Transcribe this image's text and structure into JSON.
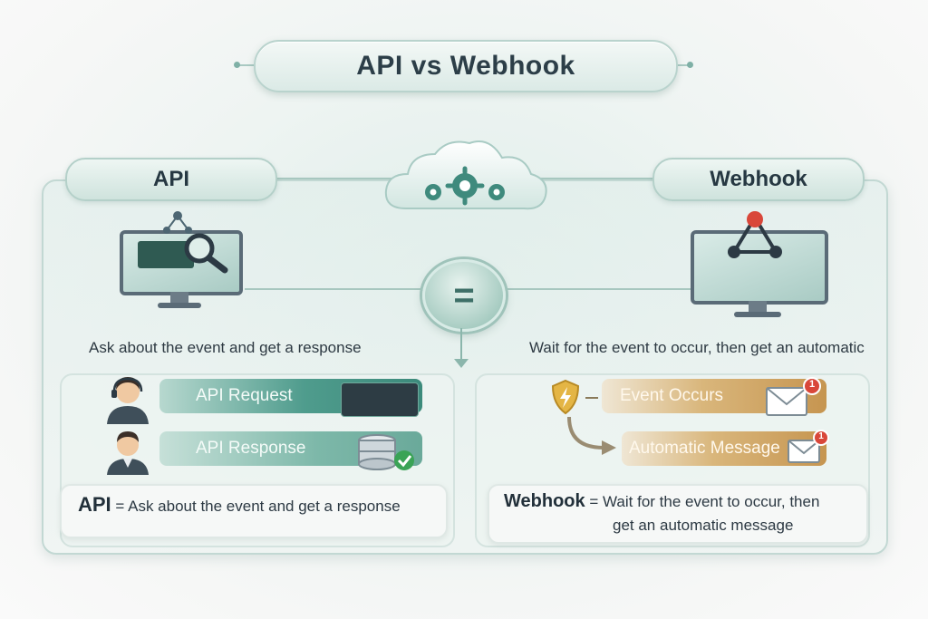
{
  "title": "API vs Webhook",
  "api": {
    "tab_label": "API",
    "caption": "Ask about the event and get a response",
    "request_label": "API Request",
    "response_label": "API Response",
    "summary_strong": "API",
    "summary_rest": " = Ask about the event and get a response"
  },
  "webhook": {
    "tab_label": "Webhook",
    "caption": "Wait for the event to occur, then get an automatic",
    "event_label": "Event Occurs",
    "message_label": "Automatic Message",
    "badge_count": "1",
    "summary_strong": "Webhook",
    "summary_line1": " = Wait for the event to occur, then",
    "summary_line2": "get an automatic message"
  },
  "center": {
    "equals_symbol": "="
  },
  "icons": [
    "cloud-gears-icon",
    "magnifier-icon",
    "network-node-icon",
    "webhook-icon",
    "operator-avatar-icon",
    "user-avatar-icon",
    "database-check-icon",
    "shield-lightning-icon",
    "envelope-icon"
  ],
  "colors": {
    "teal": "#4f9c8d",
    "amber": "#c69550",
    "badge_red": "#d9473a",
    "check_green": "#3aa356"
  }
}
